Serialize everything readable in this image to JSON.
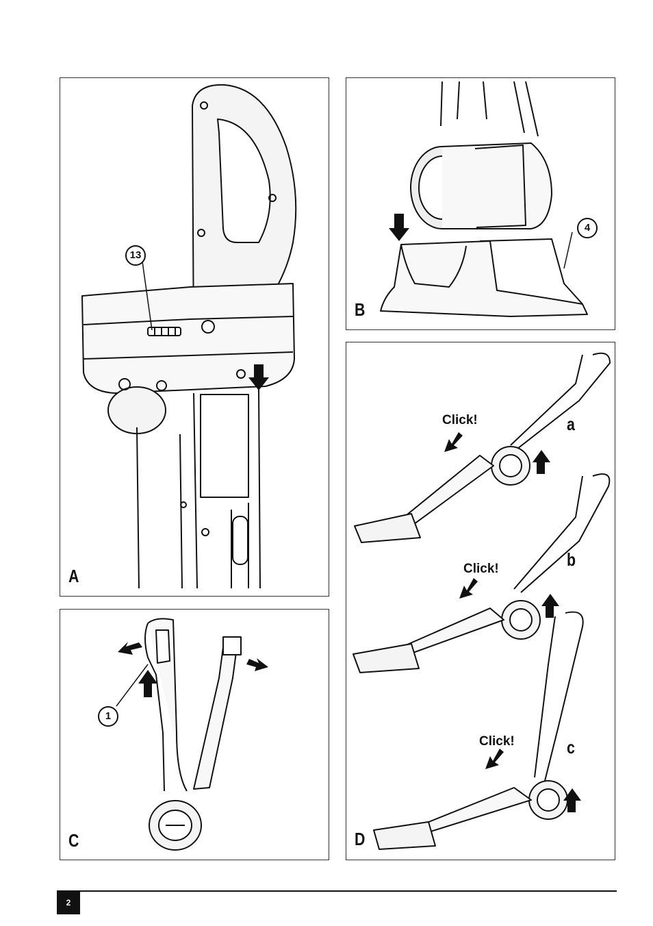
{
  "panels": {
    "a": {
      "letter": "A",
      "callout": "13"
    },
    "b": {
      "letter": "B",
      "callout": "4"
    },
    "c": {
      "letter": "C",
      "callout": "1"
    },
    "d": {
      "letter": "D",
      "steps": [
        {
          "label": "a",
          "click_text": "Click!"
        },
        {
          "label": "b",
          "click_text": "Click!"
        },
        {
          "label": "c",
          "click_text": "Click!"
        }
      ]
    }
  },
  "footer": {
    "page_number": "2"
  }
}
